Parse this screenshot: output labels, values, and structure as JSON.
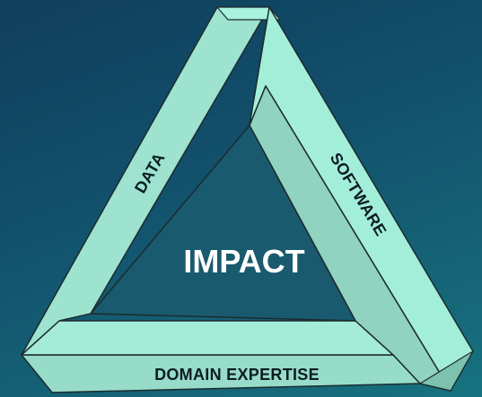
{
  "diagram": {
    "center_label": "IMPACT",
    "sides": {
      "left": "DATA",
      "right": "SOFTWARE",
      "bottom": "DOMAIN EXPERTISE"
    }
  },
  "colors": {
    "background_top": "#0f3f5c",
    "background_bottom": "#17727f",
    "face_light": "#a6f0dc",
    "face_mid": "#95d9c6",
    "face_dark": "#7cc2ae",
    "outline": "#1c2b2f",
    "center_text": "#ffffff",
    "side_text": "#0c1c24"
  }
}
